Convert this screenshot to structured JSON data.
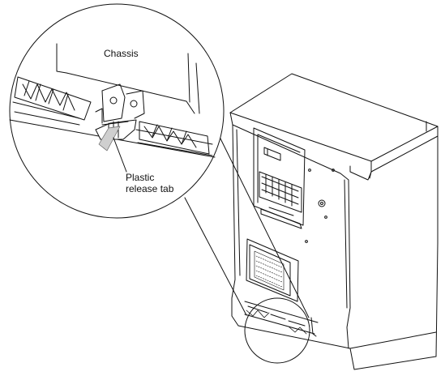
{
  "labels": {
    "chassis": "Chassis",
    "release_tab_line1": "Plastic",
    "release_tab_line2": "release tab"
  }
}
